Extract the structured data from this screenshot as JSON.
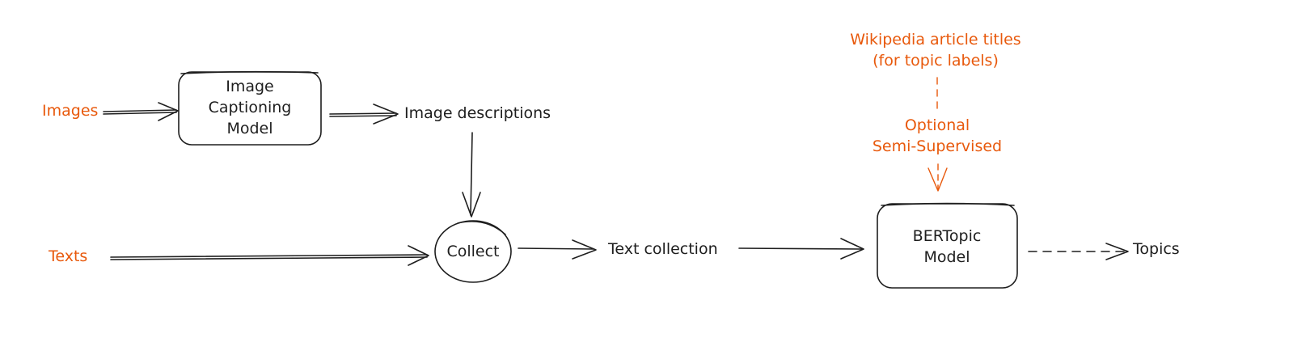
{
  "inputs": {
    "images_label": "Images",
    "texts_label": "Texts"
  },
  "nodes": {
    "captioning_model": {
      "line1": "Image",
      "line2": "Captioning",
      "line3": "Model"
    },
    "image_descriptions": "Image descriptions",
    "collect": "Collect",
    "text_collection": "Text collection",
    "bertopic_model": {
      "line1": "BERTopic",
      "line2": "Model"
    },
    "topics": "Topics"
  },
  "semi_supervised": {
    "source_line1": "Wikipedia article titles",
    "source_line2": "(for topic labels)",
    "optional_line1": "Optional",
    "optional_line2": "Semi-Supervised"
  },
  "colors": {
    "ink": "#1e1e1e",
    "accent": "#e8590c",
    "background": "#ffffff"
  }
}
